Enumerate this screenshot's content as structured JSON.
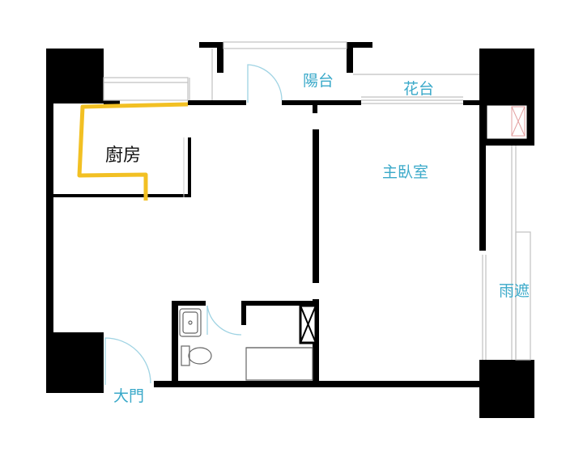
{
  "floorplan": {
    "rooms": {
      "balcony": "陽台",
      "planter": "花台",
      "kitchen": "廚房",
      "master_bedroom": "主臥室",
      "rain_shelter": "雨遮",
      "main_door": "大門"
    },
    "colors": {
      "wall": "#000000",
      "label": "#3aa9c9",
      "kitchen_label": "#111111",
      "kitchen_outline": "#f2c023",
      "door_arc": "#9fd3e3",
      "window": "#c0c0c0",
      "fixture": "#555555"
    }
  }
}
